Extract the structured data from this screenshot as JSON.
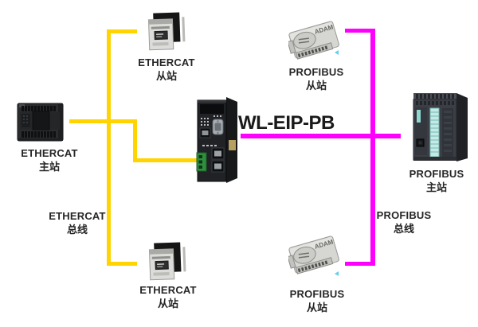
{
  "diagram": {
    "title": "WL-EIP-PB",
    "nodes": {
      "ethercat_slave_top": {
        "line1": "ETHERCAT",
        "line2": "从站"
      },
      "ethercat_master": {
        "line1": "ETHERCAT",
        "line2": "主站"
      },
      "ethercat_slave_bottom": {
        "line1": "ETHERCAT",
        "line2": "从站"
      },
      "profibus_slave_top": {
        "line1": "PROFIBUS",
        "line2": "从站"
      },
      "profibus_master": {
        "line1": "PROFIBUS",
        "line2": "主站"
      },
      "profibus_slave_bottom": {
        "line1": "PROFIBUS",
        "line2": "从站"
      }
    },
    "buses": {
      "ethercat": {
        "line1": "ETHERCAT",
        "line2": "总线"
      },
      "profibus": {
        "line1": "PROFIBUS",
        "line2": "总线"
      }
    },
    "device_logos": {
      "adam": "ADAM"
    }
  },
  "colors": {
    "ethercat_bus": "#ffd400",
    "profibus_bus": "#ff00ff",
    "label_text": "#262626",
    "title_text": "#1a1a1a",
    "background": "#ffffff",
    "artifact_cyan": "#45c8e8"
  }
}
